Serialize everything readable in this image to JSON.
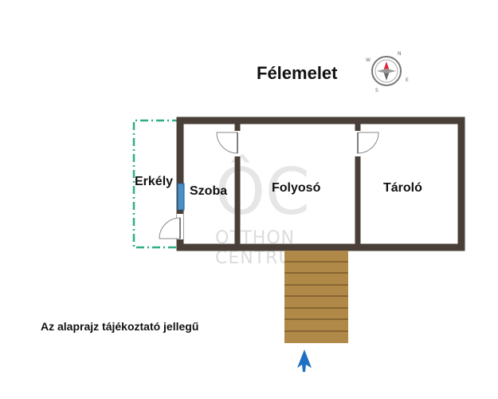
{
  "floor_title": "Félemelet",
  "disclaimer": "Az alaprajz tájékoztató jellegű",
  "rooms": {
    "balcony": "Erkély",
    "room": "Szoba",
    "corridor": "Folyosó",
    "storage": "Tároló"
  },
  "watermark": {
    "logo": "ÔC",
    "line1": "OTTHON",
    "line2": "CENTRUM"
  },
  "compass": {
    "north": "N",
    "east": "E",
    "south": "S",
    "west": "W"
  },
  "colors": {
    "wall": "#4a3f38",
    "balcony_line": "#2fae86",
    "window": "#4a90c8",
    "stairs": "#b08848",
    "stair_lines": "#7a5a2a",
    "arrow": "#1f6fc2",
    "compass_needle": "#e0243a"
  }
}
